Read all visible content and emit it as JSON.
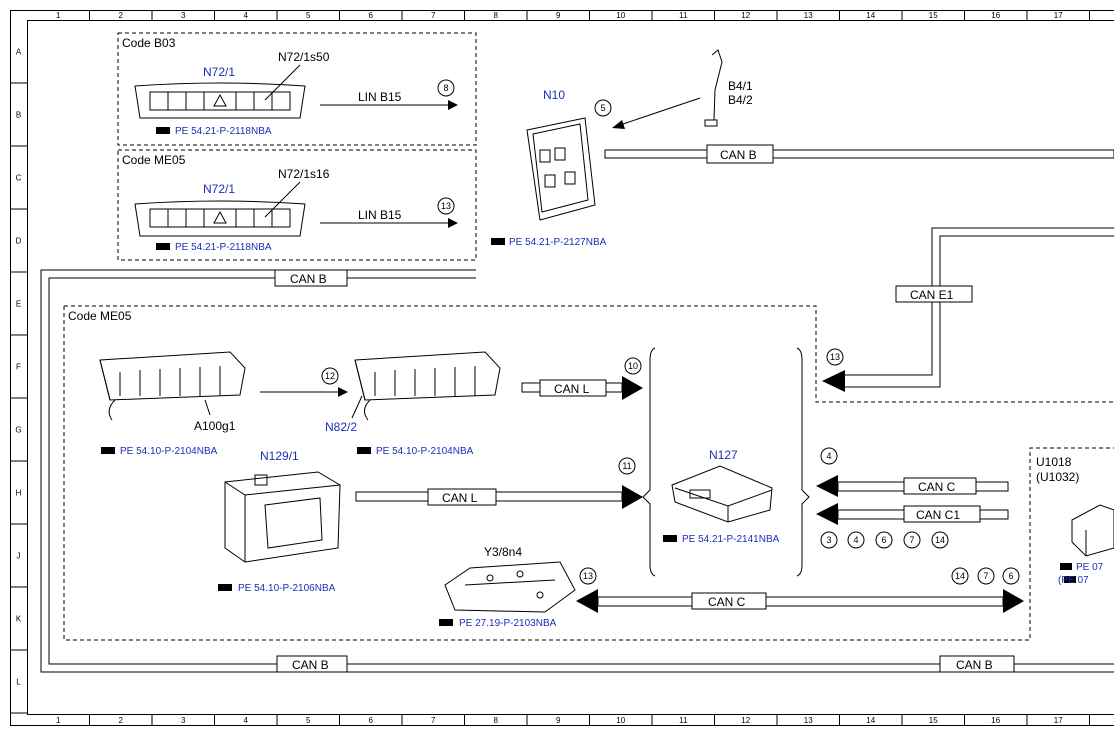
{
  "grid": {
    "columns": [
      "1",
      "2",
      "3",
      "4",
      "5",
      "6",
      "7",
      "8",
      "9",
      "10",
      "11",
      "12",
      "13",
      "14",
      "15",
      "16",
      "17"
    ],
    "rows": [
      "A",
      "B",
      "C",
      "D",
      "E",
      "F",
      "G",
      "H",
      "J",
      "K",
      "L"
    ]
  },
  "groups": {
    "b03": "Code B03",
    "me05_top": "Code ME05",
    "me05_main": "Code ME05"
  },
  "components": {
    "n72_1_a": "N72/1",
    "n72_1s50": "N72/1s50",
    "n72_1_b": "N72/1",
    "n72_1s16": "N72/1s16",
    "n10": "N10",
    "b4_1": "B4/1",
    "b4_2": "B4/2",
    "a100g1": "A100g1",
    "n82_2": "N82/2",
    "n129_1": "N129/1",
    "n127": "N127",
    "y3_8n4": "Y3/8n4",
    "u1018": "U1018",
    "u1032": "(U1032)"
  },
  "refs": {
    "r1": "PE 54.21-P-2118NBA",
    "r2": "PE 54.21-P-2118NBA",
    "r3": "PE 54.21-P-2127NBA",
    "r4": "PE 54.10-P-2104NBA",
    "r5": "PE 54.10-P-2104NBA",
    "r6": "PE 54.10-P-2106NBA",
    "r7": "PE 54.21-P-2141NBA",
    "r8": "PE 27.19-P-2103NBA",
    "r9": "PE 07",
    "r10": "(PE 07"
  },
  "buses": {
    "lin1": "LIN B15",
    "lin2": "LIN B15",
    "canb_top": "CAN B",
    "canb_left": "CAN B",
    "cane1": "CAN E1",
    "canl1": "CAN L",
    "canl2": "CAN L",
    "canc1": "CAN C",
    "canc1b": "CAN C1",
    "canc_bottom": "CAN C",
    "canb_bottom1": "CAN B",
    "canb_bottom2": "CAN B"
  },
  "circles": {
    "c8": "8",
    "c5": "5",
    "c13a": "13",
    "c13b": "13",
    "c12": "12",
    "c10": "10",
    "c11": "11",
    "c4": "4",
    "c3": "3",
    "c4b": "4",
    "c6": "6",
    "c7": "7",
    "c14": "14",
    "c14b": "14",
    "c7b": "7",
    "c6b": "6",
    "c13c": "13"
  }
}
